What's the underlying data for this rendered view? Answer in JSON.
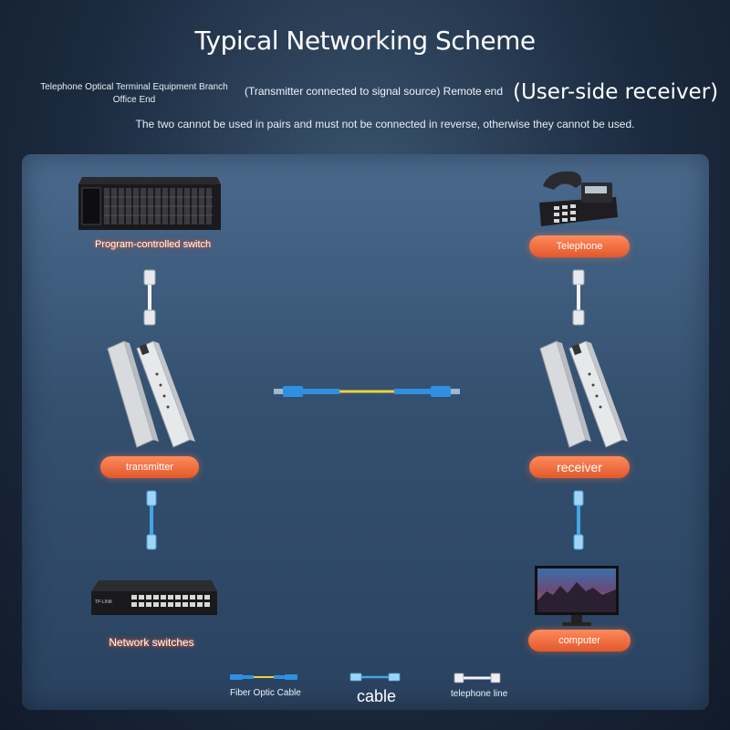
{
  "header": {
    "title": "Typical Networking Scheme",
    "left_note": "Telephone Optical Terminal Equipment Branch Office End",
    "mid_note": "(Transmitter connected to signal source) Remote end",
    "right_note": "(User-side receiver)",
    "warning": "The two cannot be used in pairs and must not be connected in reverse, otherwise they cannot be used."
  },
  "devices": {
    "switch_label": "Program-controlled switch",
    "telephone_label": "Telephone",
    "transmitter_label": "transmitter",
    "receiver_label": "receiver",
    "network_switch_label": "Network switches",
    "computer_label": "computer",
    "network_switch_brand": "TP-LINK"
  },
  "legend": {
    "fiber": "Fiber Optic Cable",
    "cable": "cable",
    "telephone_line": "telephone line"
  },
  "colors": {
    "pill": "#e2582c",
    "fiber_blue": "#2f8fe0",
    "fiber_yellow": "#f0d040",
    "panel": "#3a5878"
  }
}
